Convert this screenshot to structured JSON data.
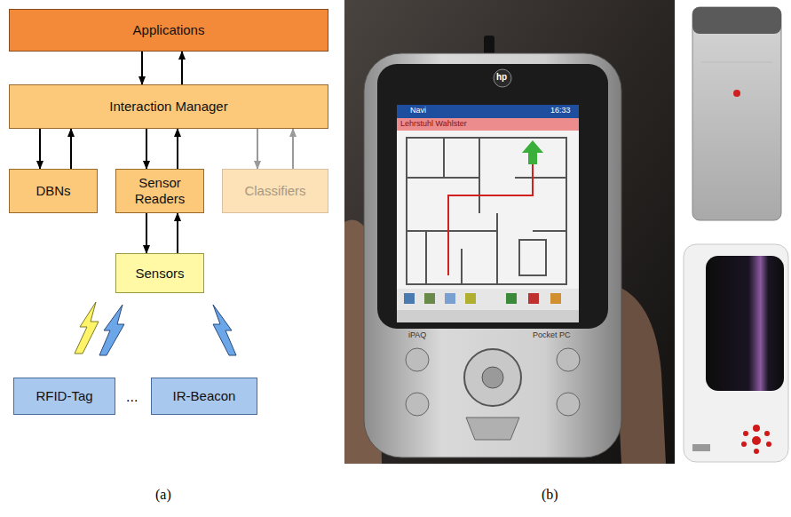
{
  "diagram": {
    "nodes": [
      {
        "text": [
          "Applications"
        ]
      },
      {
        "text": [
          "Interaction Manager"
        ]
      },
      {
        "text": [
          "DBNs"
        ]
      },
      {
        "text": [
          "Sensor Readers"
        ]
      },
      {
        "text": [
          "Classifiers"
        ]
      },
      {
        "text": [
          "Sensors"
        ]
      },
      {
        "text": [
          "RFID-Tag"
        ]
      },
      {
        "text": [
          "IR-Beacon"
        ]
      }
    ],
    "edges": [
      {
        "from": 0,
        "to": 1,
        "arrow": "to"
      },
      {
        "from": 1,
        "to": 0,
        "arrow": "to"
      },
      {
        "from": 1,
        "to": 2,
        "arrow": "to"
      },
      {
        "from": 2,
        "to": 1,
        "arrow": "to"
      },
      {
        "from": 1,
        "to": 3,
        "arrow": "to"
      },
      {
        "from": 3,
        "to": 1,
        "arrow": "to"
      },
      {
        "from": 1,
        "to": 4,
        "arrow": "to"
      },
      {
        "from": 4,
        "to": 1,
        "arrow": "to"
      },
      {
        "from": 3,
        "to": 5,
        "arrow": "to"
      },
      {
        "from": 5,
        "to": 3,
        "arrow": "to"
      }
    ],
    "labels": [
      "...",
      "(a)",
      "(b)",
      "hp",
      "Navi",
      "16:33",
      "Lehrstuhl Wahlster",
      "iPAQ",
      "Pocket PC"
    ]
  }
}
